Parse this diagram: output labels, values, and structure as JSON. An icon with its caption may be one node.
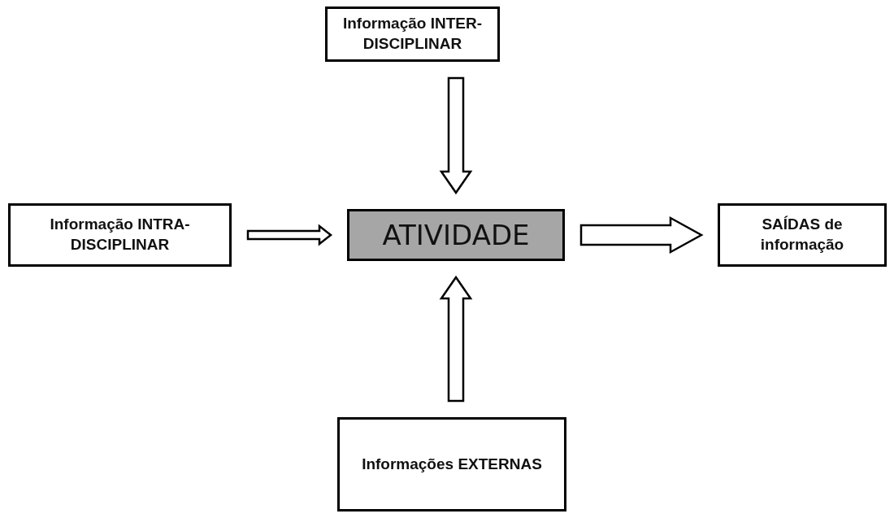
{
  "diagram": {
    "nodes": [
      {
        "text": [
          "Informação INTER-DISCIPLINAR"
        ]
      },
      {
        "text": [
          "Informação INTRA-DISCIPLINAR"
        ]
      },
      {
        "text": [
          "ATIVIDADE"
        ]
      },
      {
        "text": [
          "SAÍDAS de informação"
        ]
      },
      {
        "text": [
          "Informações EXTERNAS"
        ]
      }
    ],
    "edges": [
      {
        "from": 0,
        "to": 2,
        "arrow": "to"
      },
      {
        "from": 1,
        "to": 2,
        "arrow": "to"
      },
      {
        "from": 2,
        "to": 3,
        "arrow": "to"
      },
      {
        "from": 4,
        "to": 2,
        "arrow": "to"
      }
    ]
  }
}
